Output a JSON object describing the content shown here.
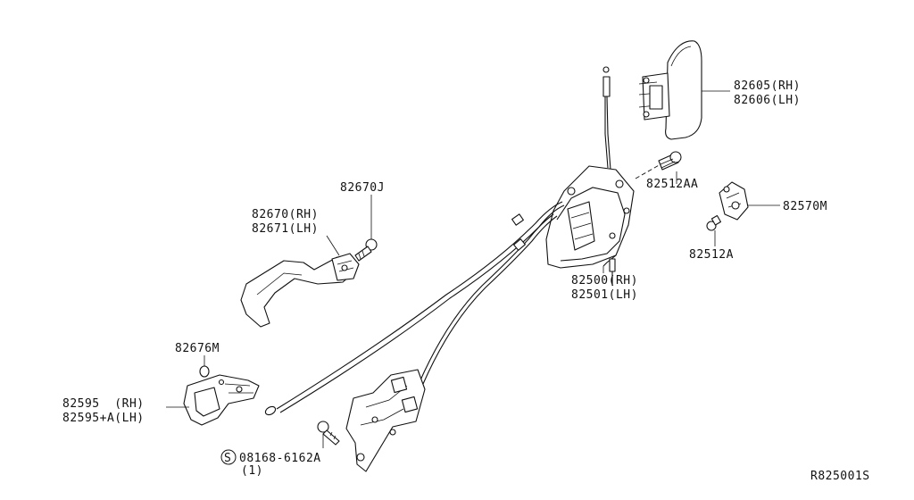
{
  "diagram_id": "R825001S",
  "labels": {
    "outside_handle": [
      "82605(RH)",
      "82606(LH)"
    ],
    "bolt_aa": "82512AA",
    "striker": "82570M",
    "bolt_a": "82512A",
    "lock_assy": [
      "82500(RH)",
      "82501(LH)"
    ],
    "inside_handle_bolt": "82670J",
    "pull_handle": [
      "82670(RH)",
      "82671(LH)"
    ],
    "clip": "82676M",
    "inside_handle": [
      "82595  (RH)",
      "82595+A(LH)"
    ],
    "screw": "08168-6162A",
    "screw_qty": "(1)",
    "screw_symbol": "S"
  }
}
